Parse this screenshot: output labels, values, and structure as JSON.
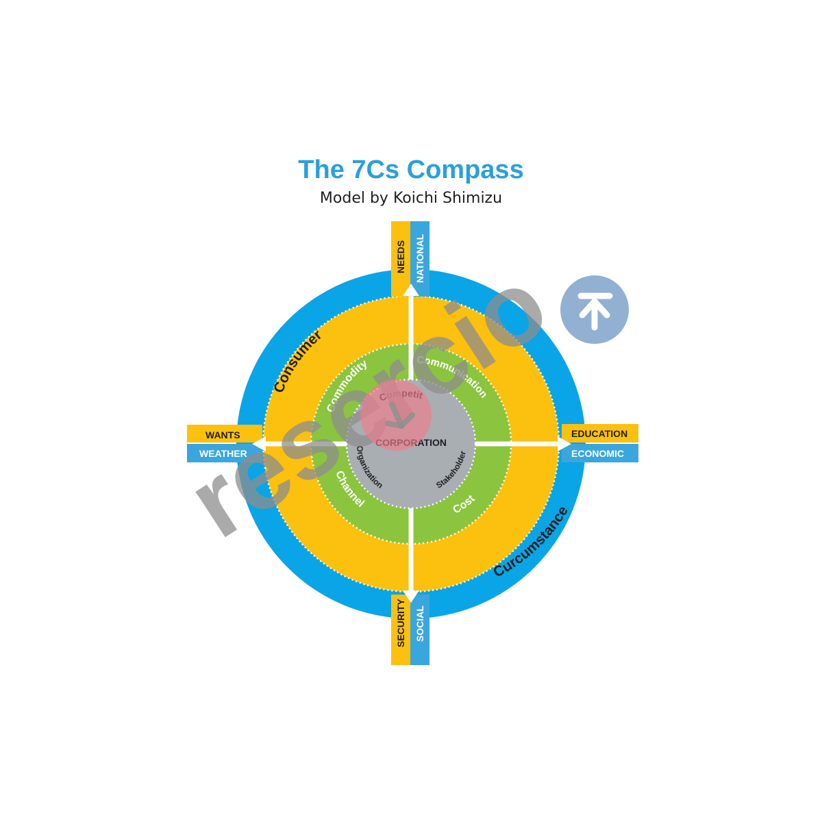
{
  "title": "The 7Cs Compass",
  "subtitle": "Model by Koichi Shimizu",
  "compass": {
    "top": {
      "left": "NEEDS",
      "right": "NATIONAL"
    },
    "bottom": {
      "left": "SECURITY",
      "right": "SOCIAL"
    },
    "left": {
      "top": "WANTS",
      "bottom": "WEATHER"
    },
    "right": {
      "top": "EDUCATION",
      "bottom": "ECONOMIC"
    }
  },
  "outer_labels": {
    "consumer": "Consumer",
    "circumstance": "Curcumstance"
  },
  "green_labels": {
    "commodity": "Commodity",
    "communication": "Communication",
    "channel": "Channel",
    "cost": "Cost"
  },
  "inner_labels": {
    "competitor": "Competitor",
    "organization": "Organization",
    "stakeholder": "Stakeholder",
    "center": "CORPORATION"
  },
  "watermark": {
    "text": "resercio"
  },
  "colors": {
    "blue": "#0aa5e6",
    "yellow": "#fcc00f",
    "green": "#8bc43f",
    "gray": "#a9aeb3",
    "title": "#2b9fdc",
    "dark": "#1f1f1f",
    "label_blue": "#3aa6de",
    "label_yellow": "#fcc00f"
  }
}
